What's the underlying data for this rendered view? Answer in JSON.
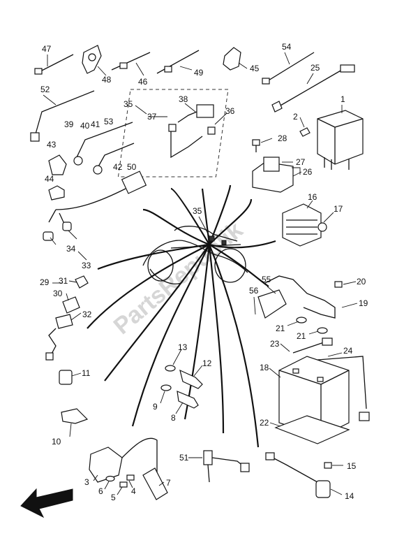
{
  "watermark": "PartsRepublik",
  "callouts": [
    "47",
    "48",
    "46",
    "49",
    "45",
    "54",
    "25",
    "52",
    "35",
    "38",
    "37",
    "36",
    "1",
    "39",
    "40",
    "41",
    "53",
    "43",
    "44",
    "42",
    "50",
    "28",
    "2",
    "27",
    "26",
    "16",
    "17",
    "35",
    "34",
    "33",
    "29",
    "31",
    "30",
    "32",
    "55",
    "56",
    "20",
    "19",
    "21",
    "21",
    "23",
    "24",
    "13",
    "12",
    "11",
    "9",
    "8",
    "18",
    "10",
    "22",
    "3",
    "6",
    "4",
    "5",
    "7",
    "51",
    "15",
    "14"
  ]
}
